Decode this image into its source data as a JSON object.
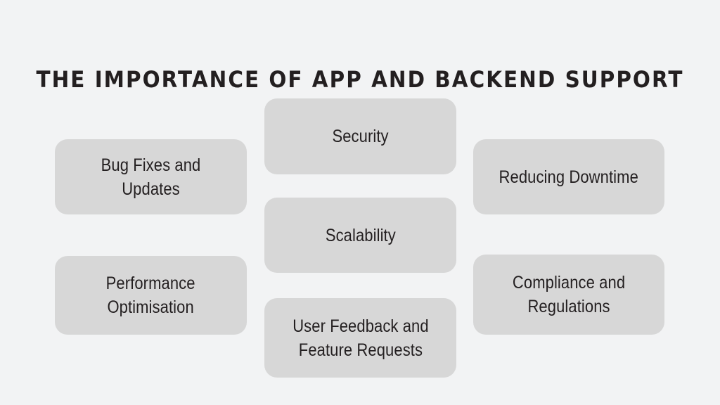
{
  "slide": {
    "title": "The Importance of App and Backend Support",
    "background_color": "#f2f3f4",
    "card_color": "#d7d7d7",
    "text_color": "#231f20"
  },
  "cards": {
    "bug_fixes": {
      "label": "Bug Fixes and Updates"
    },
    "performance": {
      "label": "Performance\nOptimisation"
    },
    "security": {
      "label": "Security"
    },
    "scalability": {
      "label": "Scalability"
    },
    "user_feedback": {
      "label": "User Feedback and\nFeature Requests"
    },
    "reducing_downtime": {
      "label": "Reducing Downtime"
    },
    "compliance": {
      "label": "Compliance and\nRegulations"
    }
  }
}
